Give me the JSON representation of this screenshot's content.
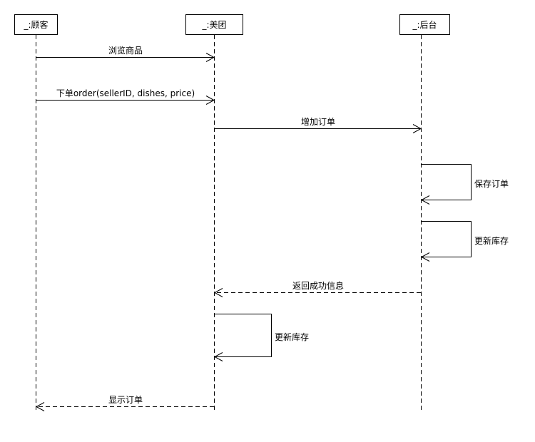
{
  "lifelines": [
    {
      "id": "customer",
      "label": "_:顾客"
    },
    {
      "id": "meituan",
      "label": "_:美团"
    },
    {
      "id": "backend",
      "label": "_:后台"
    }
  ],
  "messages": [
    {
      "id": "browse",
      "from": "customer",
      "to": "meituan",
      "label": "浏览商品",
      "style": "solid"
    },
    {
      "id": "order",
      "from": "customer",
      "to": "meituan",
      "label": "下单order(sellerID, dishes, price)",
      "style": "solid"
    },
    {
      "id": "add-order",
      "from": "meituan",
      "to": "backend",
      "label": "增加订单",
      "style": "solid"
    },
    {
      "id": "save-order",
      "from": "backend",
      "to": "backend",
      "label": "保存订单",
      "style": "self"
    },
    {
      "id": "update-stock-backend",
      "from": "backend",
      "to": "backend",
      "label": "更新库存",
      "style": "self"
    },
    {
      "id": "return-success",
      "from": "backend",
      "to": "meituan",
      "label": "返回成功信息",
      "style": "dashed"
    },
    {
      "id": "update-stock-meituan",
      "from": "meituan",
      "to": "meituan",
      "label": "更新库存",
      "style": "self"
    },
    {
      "id": "show-order",
      "from": "meituan",
      "to": "customer",
      "label": "显示订单",
      "style": "dashed"
    }
  ]
}
